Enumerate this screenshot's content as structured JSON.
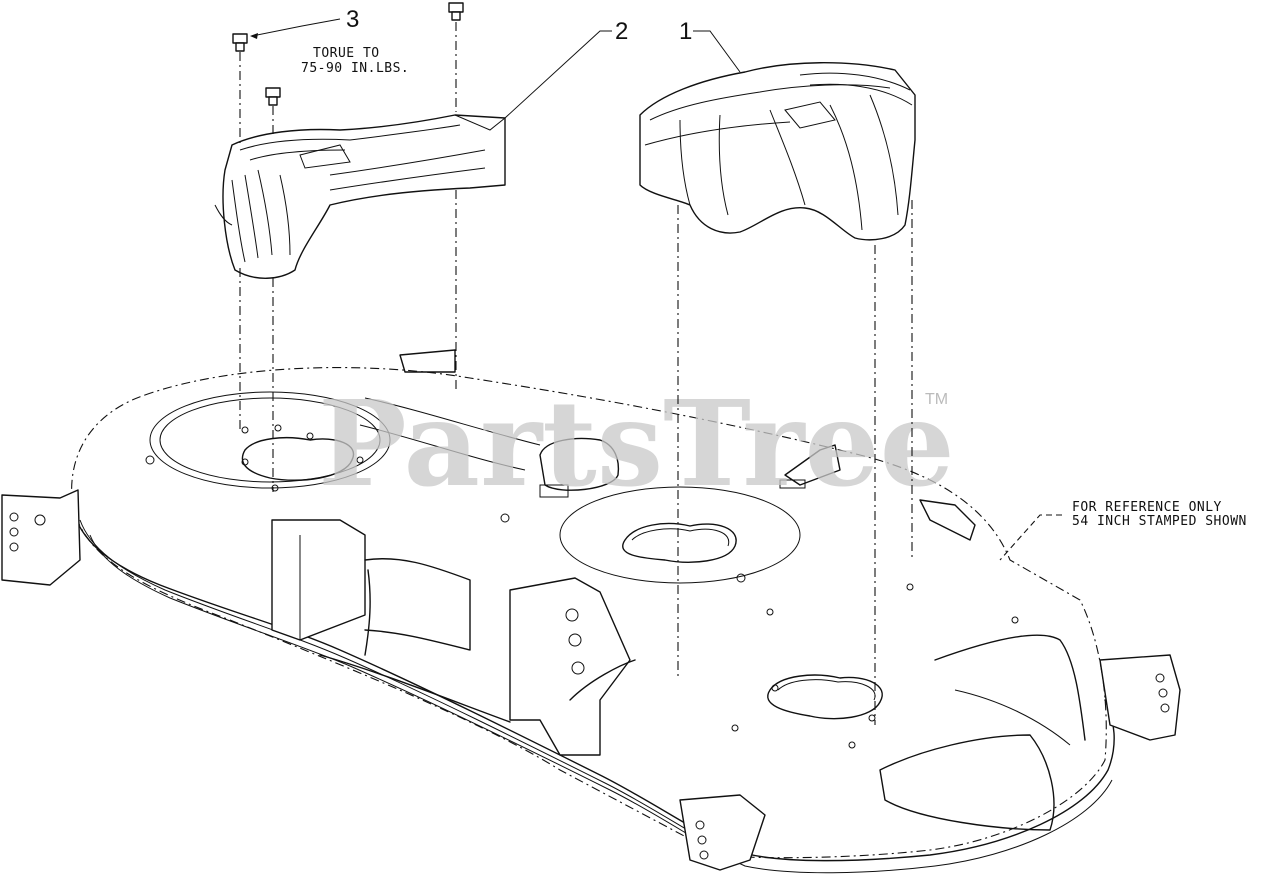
{
  "watermark": {
    "text": "PartsTree",
    "trademark": "TM"
  },
  "callouts": [
    {
      "number": "1",
      "part": "deck-belt-cover-right"
    },
    {
      "number": "2",
      "part": "deck-belt-cover-left"
    },
    {
      "number": "3",
      "part": "hex-bolt"
    }
  ],
  "notes": {
    "torque_line1": "TORUE TO",
    "torque_line2": "75-90 IN.LBS.",
    "reference_line1": "FOR REFERENCE ONLY",
    "reference_line2": "54 INCH STAMPED SHOWN"
  },
  "colors": {
    "line": "#111111",
    "watermark": "#c9c9c9",
    "background": "#ffffff"
  }
}
